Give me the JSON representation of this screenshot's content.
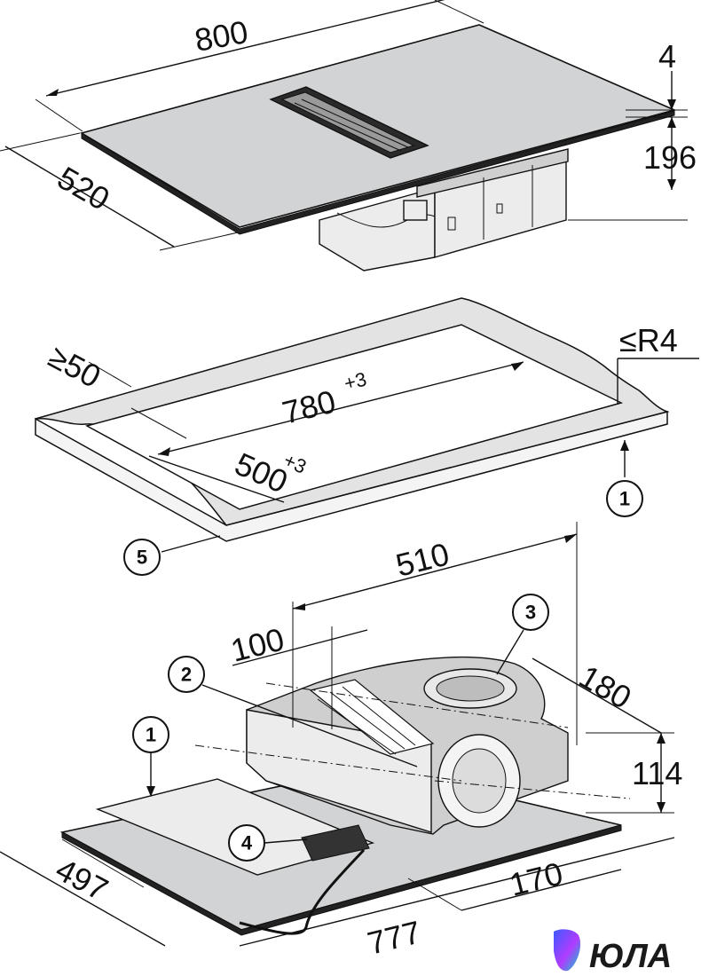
{
  "top": {
    "width": "800",
    "depth": "520",
    "glass_thickness": "4",
    "height": "196"
  },
  "cutout": {
    "edge_min": "≥50",
    "width_base": "780",
    "width_tol": "+3",
    "depth_base": "500",
    "depth_tol": "+3",
    "radius": "≤R4"
  },
  "bottom": {
    "depth_510": "510",
    "offset_100": "100",
    "dim_180": "180",
    "height_114": "114",
    "dim_170": "170",
    "dim_497": "497",
    "dim_777": "777"
  },
  "callouts": [
    "1",
    "5",
    "3",
    "2",
    "1",
    "4"
  ],
  "logo": {
    "text": "ЮЛА",
    "gradient": [
      "#3b5bff",
      "#b03cff",
      "#00d2c4"
    ]
  }
}
